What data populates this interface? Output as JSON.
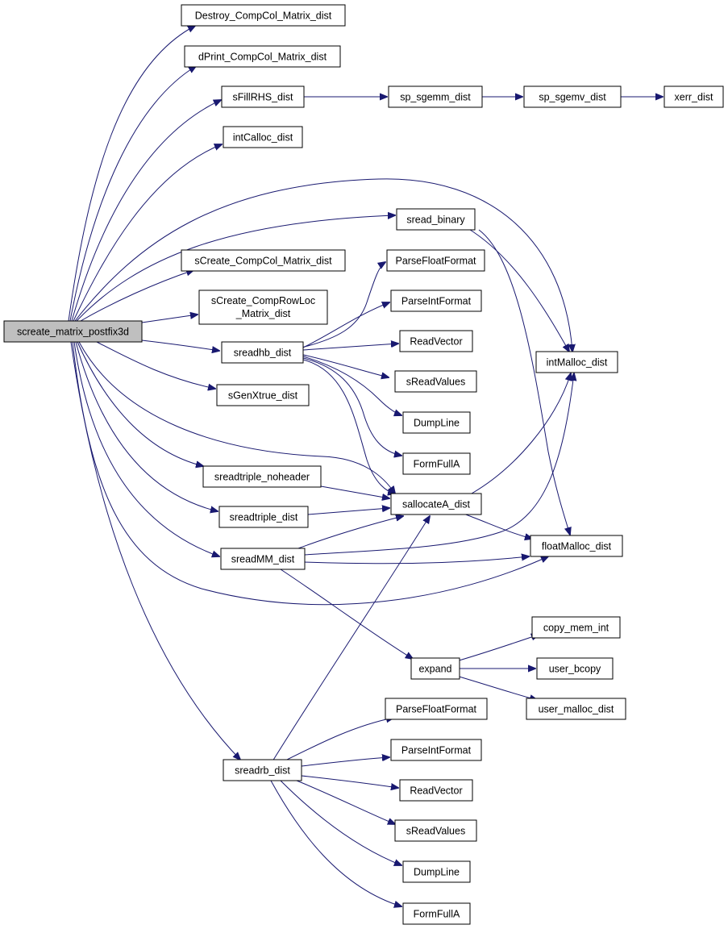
{
  "colors": {
    "edge": "#191970",
    "root_fill": "#bfbfbf",
    "node_fill": "#ffffff",
    "node_border": "#000000"
  },
  "nodes": {
    "root": "screate_matrix_postfix3d",
    "destroy": "Destroy_CompCol_Matrix_dist",
    "dprint": "dPrint_CompCol_Matrix_dist",
    "sfillrhs": "sFillRHS_dist",
    "sgemm": "sp_sgemm_dist",
    "sgemv": "sp_sgemv_dist",
    "xerr": "xerr_dist",
    "intcalloc": "intCalloc_dist",
    "sreadbinary": "sread_binary",
    "screatecc": "sCreate_CompCol_Matrix_dist",
    "screaterl1": "sCreate_CompRowLoc",
    "screaterl2": "_Matrix_dist",
    "sreadhb": "sreadhb_dist",
    "sgenx": "sGenXtrue_dist",
    "pff1": "ParseFloatFormat",
    "pif1": "ParseIntFormat",
    "rv1": "ReadVector",
    "srv1": "sReadValues",
    "dl1": "DumpLine",
    "ffa1": "FormFullA",
    "intmalloc": "intMalloc_dist",
    "stnh": "sreadtriple_noheader",
    "st": "sreadtriple_dist",
    "salloc": "sallocateA_dist",
    "smm": "sreadMM_dist",
    "fmalloc": "floatMalloc_dist",
    "copymem": "copy_mem_int",
    "expand": "expand",
    "ubcopy": "user_bcopy",
    "umalloc": "user_malloc_dist",
    "pff2": "ParseFloatFormat",
    "pif2": "ParseIntFormat",
    "srb": "sreadrb_dist",
    "rv2": "ReadVector",
    "srv2": "sReadValues",
    "dl2": "DumpLine",
    "ffa2": "FormFullA"
  }
}
